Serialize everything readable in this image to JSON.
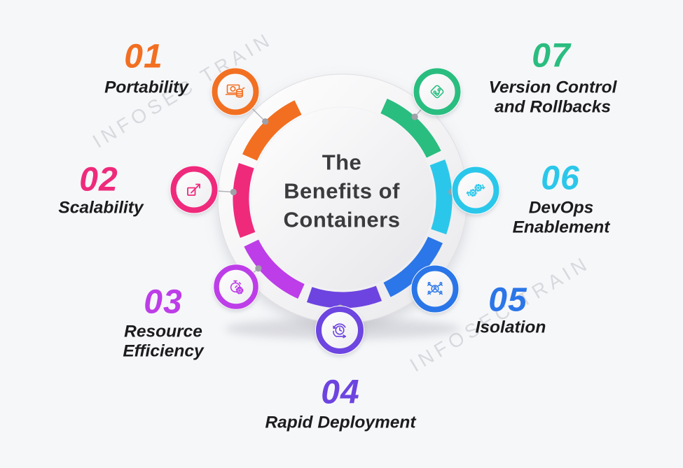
{
  "title": {
    "line1": "The",
    "line2": "Benefits of",
    "line3": "Containers"
  },
  "watermark": "INFOSEC TRAIN",
  "items": [
    {
      "number": "01",
      "label": "Portability",
      "color": "#F26F21",
      "icon": "laptop-database-icon"
    },
    {
      "number": "02",
      "label": "Scalability",
      "color": "#EF2A7B",
      "icon": "expand-arrow-icon"
    },
    {
      "number": "03",
      "label": "Resource Efficiency",
      "color": "#BD3DE8",
      "icon": "stopwatch-gear-icon"
    },
    {
      "number": "04",
      "label": "Rapid Deployment",
      "color": "#6D44E0",
      "icon": "sprint-iteration-icon"
    },
    {
      "number": "05",
      "label": "Isolation",
      "color": "#2B76E8",
      "icon": "user-network-icon"
    },
    {
      "number": "06",
      "label": "DevOps Enablement",
      "color": "#2BC7EA",
      "icon": "gears-cycle-icon"
    },
    {
      "number": "07",
      "label": "Version Control and Rollbacks",
      "color": "#2ABD80",
      "icon": "git-branch-icon"
    }
  ]
}
